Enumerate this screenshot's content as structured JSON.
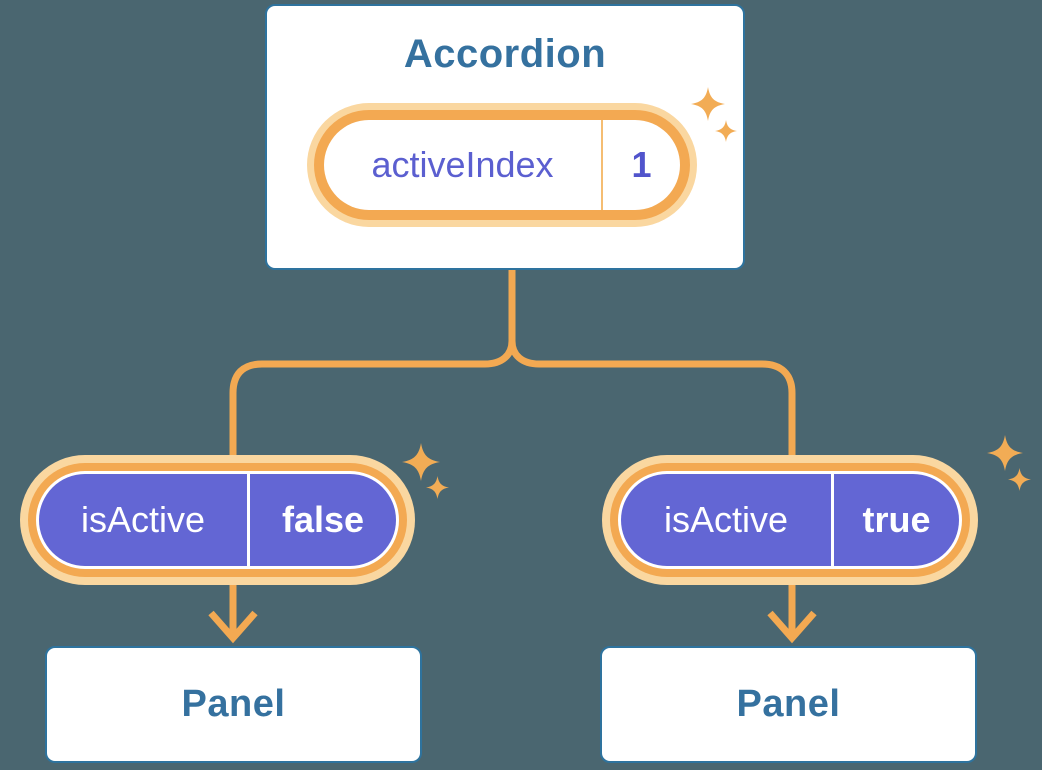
{
  "diagram": {
    "root": {
      "title": "Accordion",
      "pill": {
        "label": "activeIndex",
        "value": "1"
      }
    },
    "children": [
      {
        "pill": {
          "label": "isActive",
          "value": "false"
        },
        "panel": {
          "title": "Panel"
        }
      },
      {
        "pill": {
          "label": "isActive",
          "value": "true"
        },
        "panel": {
          "title": "Panel"
        }
      }
    ]
  },
  "icons": {
    "sparkles": "sparkle-icon"
  },
  "colors": {
    "background": "#4A6670",
    "card_fill": "#FFFFFF",
    "card_border": "#2E739E",
    "heading_text": "#35719F",
    "accent_orange": "#F3A952",
    "accent_orange_halo": "#FAD7A0",
    "state_pill_purple": "#6366D4",
    "state_pill_text": "#FFFFFF",
    "prop_text_purple": "#5B5FD0",
    "prop_value_purple": "#5154CC",
    "sparkle_orange": "#F2AC55"
  }
}
